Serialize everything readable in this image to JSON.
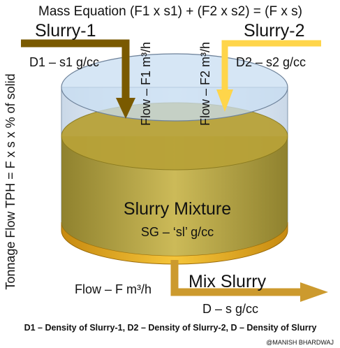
{
  "title": "Mass Equation (F1 x s1) + (F2 x s2) = (F x s)",
  "side_label": "Tonnage Flow TPH = F x s x % of solid",
  "inlet1": {
    "name": "Slurry-1",
    "density": "D1 – s1 g/cc",
    "flow": "Flow – F1 m³/h",
    "color": "#7a5a00"
  },
  "inlet2": {
    "name": "Slurry-2",
    "density": "D2 – s2 g/cc",
    "flow": "Flow – F2 m³/h",
    "color": "#ffd54a"
  },
  "tank": {
    "mixture_label": "Slurry Mixture",
    "sg_label": "SG – ‘sl’ g/cc",
    "water_color": "#c8def2",
    "slurry_color": "#b8a238",
    "base_color": "#e6a61a"
  },
  "outlet": {
    "flow": "Flow – F m³/h",
    "name": "Mix Slurry",
    "density": "D – s g/cc",
    "color": "#cc9a2e"
  },
  "footnote": "D1 – Density of Slurry-1, D2 – Density of Slurry-2, D – Density of Slurry",
  "credit": "@MANISH BHARDWAJ"
}
